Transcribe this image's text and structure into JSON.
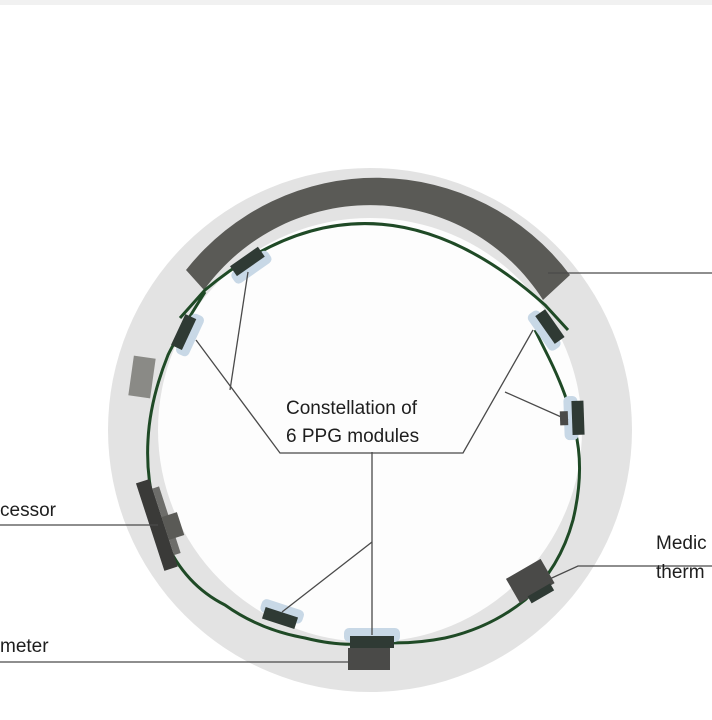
{
  "labels": {
    "ppg_line1": "Constellation of",
    "ppg_line2": "6 PPG modules",
    "processor": "cessor",
    "accelerometer": "meter",
    "thermometer_line1": "Medic",
    "thermometer_line2": "therm"
  },
  "colors": {
    "shell": "#e3e3e3",
    "shell_inner": "#fdfdfd",
    "battery": "#5a5a56",
    "flex_trace": "#1f4a26",
    "module": "#2f3a34",
    "module_glass": "#c8d8e6",
    "leader_line": "#4a4a4a"
  }
}
